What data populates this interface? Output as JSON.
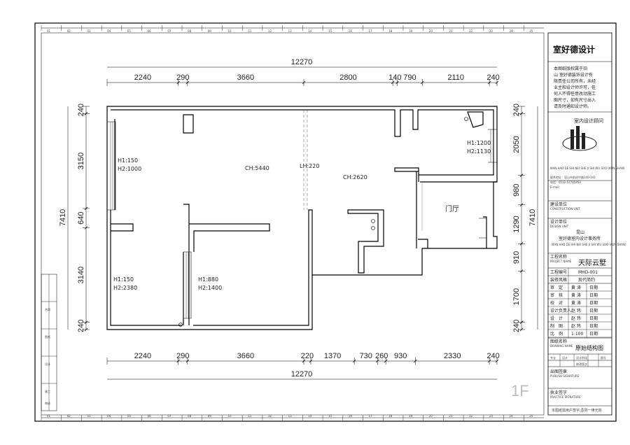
{
  "dimensions": {
    "top_total": "12270",
    "top": [
      "2240",
      "290",
      "3660",
      "2800",
      "140",
      "790",
      "2110",
      "240"
    ],
    "bottom": [
      "2240",
      "290",
      "3660",
      "220",
      "1370",
      "730",
      "260",
      "930",
      "2330",
      "240"
    ],
    "bottom_total": "12270",
    "left_total": "7410",
    "left": [
      "240",
      "3150",
      "640",
      "3140",
      "240"
    ],
    "right_total": "7410",
    "right": [
      "240",
      "2050",
      "980",
      "1290",
      "910",
      "1700",
      "240"
    ]
  },
  "room_labels": {
    "ch_main": "CH:5440",
    "lh": "LH:220",
    "ch_second": "CH:2620",
    "win_left_top_h1": "H1:150",
    "win_left_top_h2": "H2:1000",
    "win_left_bot_h1": "H1:150",
    "win_left_bot_h2": "H2:2380",
    "win_mid_h1": "H1:880",
    "win_mid_h2": "H2:1400",
    "win_right_h1": "H1:1200",
    "win_right_h2": "H2:1130",
    "door_hall": "门厅"
  },
  "floor_label": "1F",
  "title_block": {
    "logo": "室好德设计",
    "notice": [
      "本图纸版权属于旧",
      "山 室好德装饰设计有",
      "限责任公司所有，未经",
      "业主和设计师许可，任",
      "何人不得任意改动施工",
      "图尺寸，如有尺寸出入",
      "请及时通知设计师。"
    ],
    "consultant_title": "室内设计顾问",
    "consultant_sub": "MAN HAO DE SHI NEI SHE JI SHI WU SUO (KUN SHAN)",
    "contact": [
      "联系地址：昆山市前进中路140-142",
      "电话：0512-57785853",
      "E-mail："
    ],
    "build_unit_cn": "建设单位",
    "build_unit_en": "CONSTRUCTION UNIT",
    "design_unit_cn": "设计单位",
    "design_unit_en": "DESIGN UNIT",
    "design_org_city": "昆山",
    "design_org": "室好德室内设计事务所",
    "design_org_en": "MAN HAO DE SHI NEI SHE JI SHI WU SUO (KUN SHAN)",
    "project_name_cn": "工程名称",
    "project_name_en": "PROJECT NAME",
    "project_name": "天际云墅",
    "project_no_label": "工程编号",
    "project_no": "MHD-001",
    "style_label": "装修风格",
    "style": "现代简约",
    "roles": [
      {
        "role": "审　定",
        "name": "黄 涛",
        "date": "日期"
      },
      {
        "role": "审　核",
        "name": "黄 涛",
        "date": "日期"
      },
      {
        "role": "校　对",
        "name": "黄 涛",
        "date": "日期"
      },
      {
        "role": "设计负责人",
        "name": "赵 玮",
        "date": "日期"
      },
      {
        "role": "设　计",
        "name": "赵 玮",
        "date": "日期"
      },
      {
        "role": "制　图",
        "name": "赵 玮",
        "date": "日期"
      },
      {
        "role": "比　例",
        "name": "1:100",
        "date": "日期"
      }
    ],
    "drawing_name_cn": "图纸名称",
    "drawing_name_en": "DRAWING NAME",
    "drawing_name": "原始结构图",
    "stage_row": [
      "专业",
      "设计",
      "设计阶段",
      "",
      "图号"
    ],
    "stage_row2": [
      "",
      "",
      "修改版次",
      ""
    ],
    "publish_cn": "出图签章",
    "publish_en": "PUBLISH SIGNATURE",
    "reg_cn": "执业签字",
    "reg_en": "PRACTICE SIGNATURE",
    "footer": "本图纸需用户签字,否则一律无效",
    "top_ticks": [
      "01",
      "02",
      "03",
      "04",
      "05",
      "06",
      "07",
      "08",
      "09",
      "10",
      "11",
      "12",
      "13",
      "14",
      "15",
      "16",
      "17",
      "18",
      "19",
      "20",
      "21",
      "22",
      "23",
      "24",
      "25"
    ],
    "side_stamps": [
      "合同",
      "图纸",
      "设计",
      "施工",
      "审核"
    ]
  }
}
